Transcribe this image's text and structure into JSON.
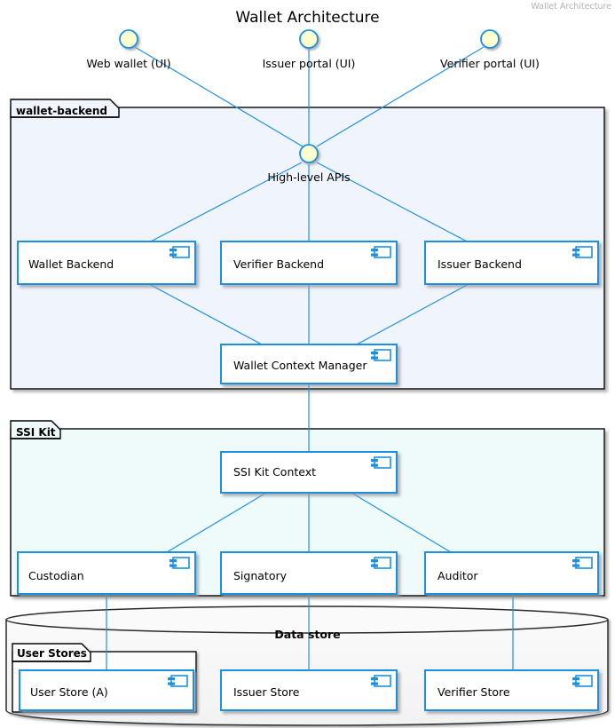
{
  "diagram": {
    "title": "Wallet Architecture",
    "watermark": "Wallet Architecture",
    "colors": {
      "component_border": "#1E90E0",
      "component_fill": "#FFFFFF",
      "interface_fill": "#FEFECE",
      "interface_border": "#1E90E0",
      "link": "#1E90E0",
      "package_border": "#000000",
      "wallet_backend_fill": "#F0F4FD",
      "ssi_kit_fill": "#EFFBFB",
      "database_fill": "#F8F8F8",
      "database_border": "#2B2B2B",
      "title_color": "#000000",
      "watermark_color": "#B0B0B0"
    },
    "interfaces": [
      {
        "id": "web-wallet-ui",
        "label": "Web wallet (UI)"
      },
      {
        "id": "issuer-portal-ui",
        "label": "Issuer portal (UI)"
      },
      {
        "id": "verifier-portal-ui",
        "label": "Verifier portal (UI)"
      },
      {
        "id": "high-level-apis",
        "label": "High-level APIs"
      }
    ],
    "packages": [
      {
        "id": "wallet-backend",
        "label": "wallet-backend"
      },
      {
        "id": "ssi-kit",
        "label": "SSI Kit"
      },
      {
        "id": "user-stores",
        "label": "User Stores"
      }
    ],
    "database": {
      "id": "data-store",
      "label": "Data store"
    },
    "components": [
      {
        "id": "wallet-backend-component",
        "label": "Wallet Backend"
      },
      {
        "id": "verifier-backend",
        "label": "Verifier Backend"
      },
      {
        "id": "issuer-backend",
        "label": "Issuer Backend"
      },
      {
        "id": "wallet-context-manager",
        "label": "Wallet Context Manager"
      },
      {
        "id": "ssi-kit-context",
        "label": "SSI Kit Context"
      },
      {
        "id": "custodian",
        "label": "Custodian"
      },
      {
        "id": "signatory",
        "label": "Signatory"
      },
      {
        "id": "auditor",
        "label": "Auditor"
      },
      {
        "id": "user-store-a",
        "label": "User Store (A)"
      },
      {
        "id": "issuer-store",
        "label": "Issuer Store"
      },
      {
        "id": "verifier-store",
        "label": "Verifier Store"
      }
    ],
    "connections": [
      {
        "from": "web-wallet-ui",
        "to": "high-level-apis"
      },
      {
        "from": "issuer-portal-ui",
        "to": "high-level-apis"
      },
      {
        "from": "verifier-portal-ui",
        "to": "high-level-apis"
      },
      {
        "from": "high-level-apis",
        "to": "wallet-backend-component"
      },
      {
        "from": "high-level-apis",
        "to": "verifier-backend"
      },
      {
        "from": "high-level-apis",
        "to": "issuer-backend"
      },
      {
        "from": "wallet-backend-component",
        "to": "wallet-context-manager"
      },
      {
        "from": "verifier-backend",
        "to": "wallet-context-manager"
      },
      {
        "from": "issuer-backend",
        "to": "wallet-context-manager"
      },
      {
        "from": "wallet-context-manager",
        "to": "ssi-kit-context"
      },
      {
        "from": "ssi-kit-context",
        "to": "custodian"
      },
      {
        "from": "ssi-kit-context",
        "to": "signatory"
      },
      {
        "from": "ssi-kit-context",
        "to": "auditor"
      },
      {
        "from": "custodian",
        "to": "user-store-a"
      },
      {
        "from": "signatory",
        "to": "issuer-store"
      },
      {
        "from": "auditor",
        "to": "verifier-store"
      }
    ]
  }
}
